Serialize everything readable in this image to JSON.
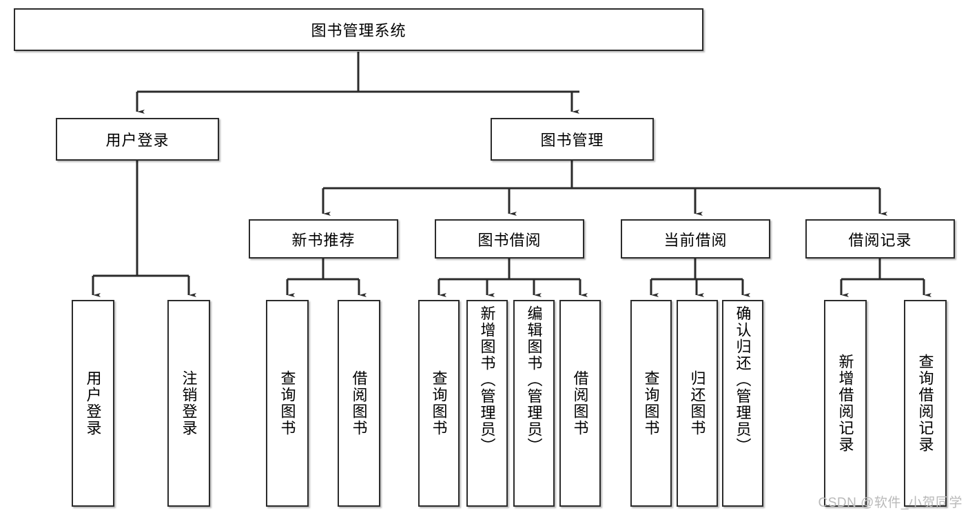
{
  "diagram": {
    "type": "tree-hierarchy",
    "title": "图书管理系统",
    "root": {
      "label": "图书管理系统",
      "children": [
        {
          "label": "用户登录",
          "children": [
            {
              "label": "用户登录"
            },
            {
              "label": "注销登录"
            }
          ]
        },
        {
          "label": "图书管理",
          "children": [
            {
              "label": "新书推荐",
              "children": [
                {
                  "label": "查询图书"
                },
                {
                  "label": "借阅图书"
                }
              ]
            },
            {
              "label": "图书借阅",
              "children": [
                {
                  "label": "查询图书"
                },
                {
                  "label": "新增图书（管理员）"
                },
                {
                  "label": "编辑图书（管理员）"
                },
                {
                  "label": "借阅图书"
                }
              ]
            },
            {
              "label": "当前借阅",
              "children": [
                {
                  "label": "查询图书"
                },
                {
                  "label": "归还图书"
                },
                {
                  "label": "确认归还（管理员）"
                }
              ]
            },
            {
              "label": "借阅记录",
              "children": [
                {
                  "label": "新增借阅记录"
                },
                {
                  "label": "查询借阅记录"
                }
              ]
            }
          ]
        }
      ]
    }
  },
  "nodes": {
    "root": "图书管理系统",
    "user_login": "用户登录",
    "book_manage": "图书管理",
    "new_book_rec": "新书推荐",
    "book_borrow": "图书借阅",
    "current_borrow": "当前借阅",
    "borrow_record": "借阅记录",
    "leaf_user_login": "用户登录",
    "leaf_logout": "注销登录",
    "leaf_query_book_1": "查询图书",
    "leaf_borrow_book_1": "借阅图书",
    "leaf_query_book_2": "查询图书",
    "leaf_add_book": "新增图书（管理员）",
    "leaf_edit_book": "编辑图书（管理员）",
    "leaf_borrow_book_2": "借阅图书",
    "leaf_query_book_3": "查询图书",
    "leaf_return_book": "归还图书",
    "leaf_confirm_return": "确认归还（管理员）",
    "leaf_add_record": "新增借阅记录",
    "leaf_query_record": "查询借阅记录"
  },
  "watermark": {
    "text": "CSDN @软件_小贺同学"
  },
  "colors": {
    "stroke": "#2b2b2b",
    "fill": "#ffffff",
    "text": "#000000",
    "watermark": "#b9b9b9"
  }
}
